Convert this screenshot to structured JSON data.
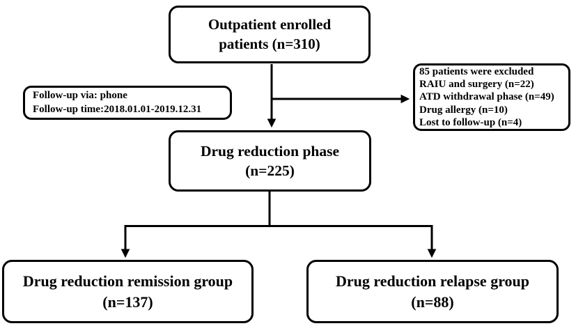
{
  "colors": {
    "border": "#000000",
    "text": "#000000",
    "background": "#ffffff"
  },
  "nodes": {
    "outpatient": {
      "lines": [
        "Outpatient enrolled",
        "patients (n=310)"
      ]
    },
    "followup": {
      "lines": [
        "Follow-up via: phone",
        "Follow-up time:2018.01.01-2019.12.31"
      ]
    },
    "excluded": {
      "lines": [
        "85 patients were excluded",
        "RAIU and surgery (n=22)",
        "ATD withdrawal phase (n=49)",
        "Drug allergy (n=10)",
        "Lost to follow-up (n=4)"
      ]
    },
    "reduction": {
      "lines": [
        "Drug reduction phase",
        "(n=225)"
      ]
    },
    "remission": {
      "lines": [
        "Drug reduction remission group",
        "(n=137)"
      ]
    },
    "relapse": {
      "lines": [
        "Drug reduction relapse group",
        "(n=88)"
      ]
    }
  },
  "edges": [
    {
      "from": "outpatient",
      "to": "reduction",
      "type": "arrow"
    },
    {
      "from": "outpatient",
      "to": "excluded",
      "type": "arrow"
    },
    {
      "from": "reduction",
      "to": "remission",
      "type": "arrow"
    },
    {
      "from": "reduction",
      "to": "relapse",
      "type": "arrow"
    }
  ]
}
